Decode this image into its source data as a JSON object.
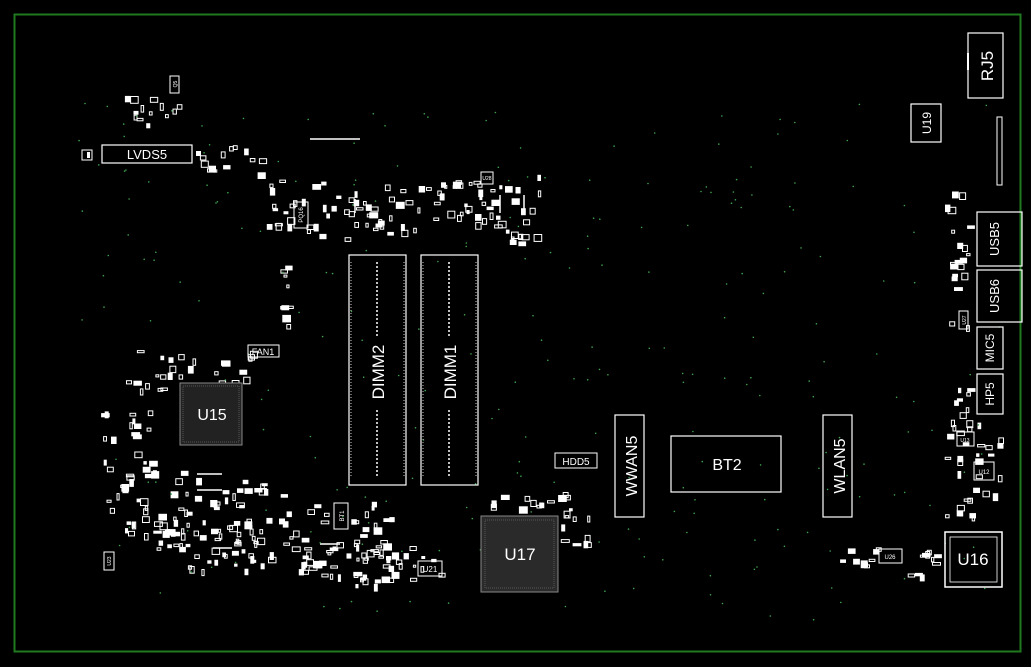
{
  "board": {
    "outline_color": "#1f7a1f",
    "silk_color": "#ffffff",
    "background": "#000000"
  },
  "labels": {
    "rj5": "RJ5",
    "u19": "U19",
    "lvds5": "LVDS5",
    "usb5": "USB5",
    "usb6": "USB6",
    "mic5": "MIC5",
    "hp5": "HP5",
    "dimm2": "DIMM2",
    "dimm1": "DIMM1",
    "fan1": "FAN1",
    "u15": "U15",
    "hdd5": "HDD5",
    "wwan5": "WWAN5",
    "bt2": "BT2",
    "wlan5": "WLAN5",
    "u17": "U17",
    "u16": "U16",
    "u21": "U21",
    "bt1": "BT1",
    "u26": "U26",
    "u12": "U12",
    "u13": "U13",
    "u27": "U27",
    "q16": "PQ16",
    "q5": "Q5",
    "u23": "U23",
    "u28": "U28"
  }
}
